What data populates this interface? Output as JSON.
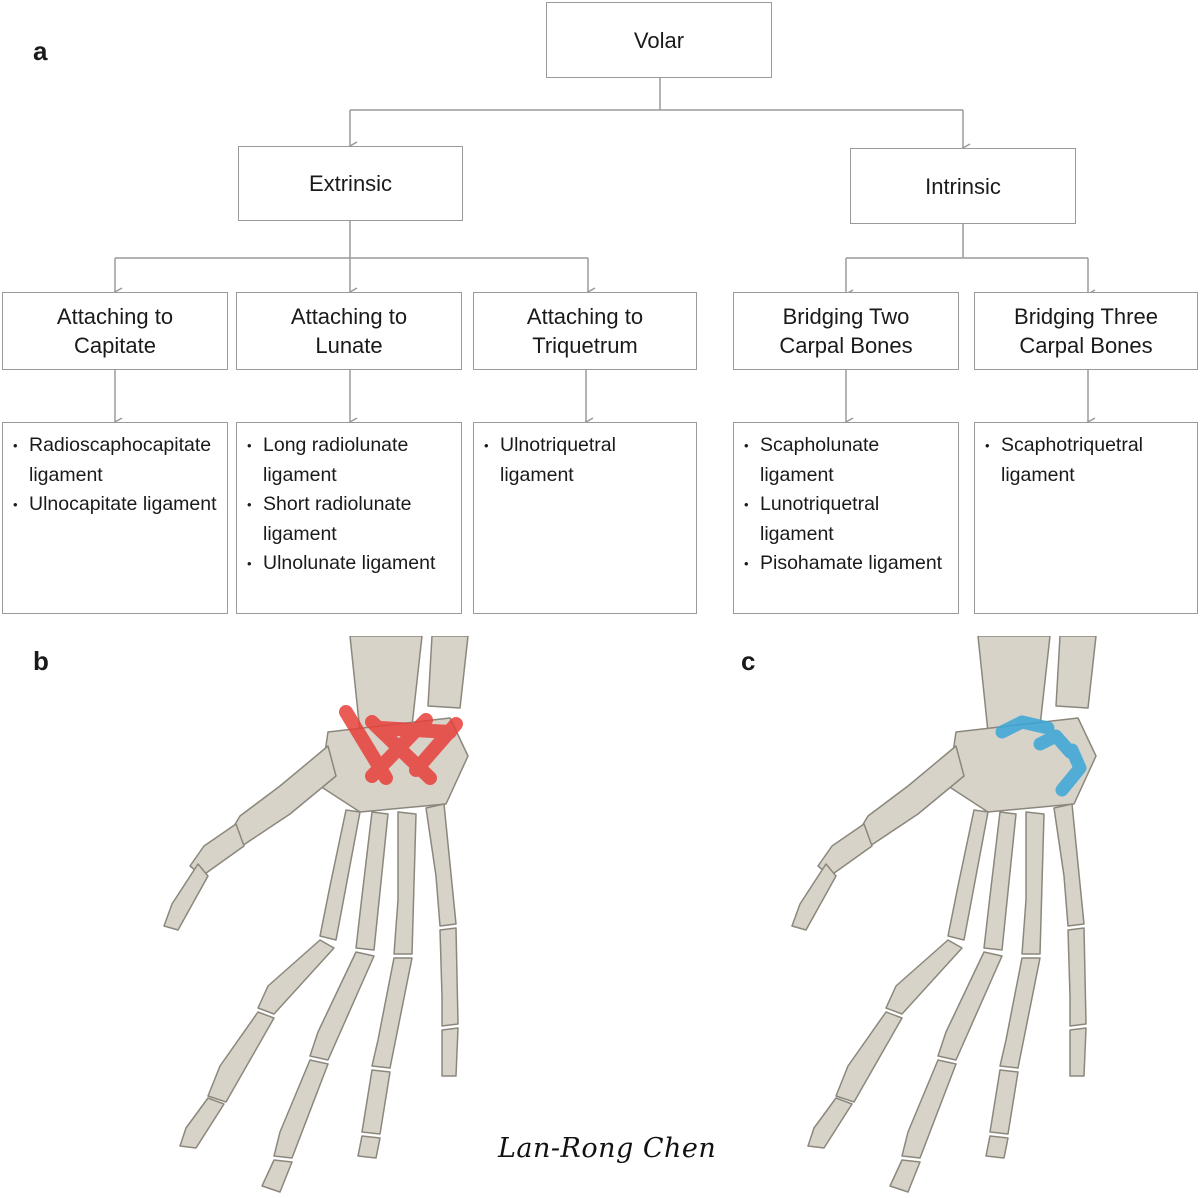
{
  "panels": {
    "a": "a",
    "b": "b",
    "c": "c"
  },
  "root": {
    "label": "Volar"
  },
  "extrinsic": {
    "label": "Extrinsic",
    "capitate": {
      "line1": "Attaching to",
      "line2": "Capitate"
    },
    "lunate": {
      "line1": "Attaching to",
      "line2": "Lunate"
    },
    "triquetrum": {
      "line1": "Attaching to",
      "line2": "Triquetrum"
    }
  },
  "intrinsic": {
    "label": "Intrinsic",
    "two": {
      "line1": "Bridging Two",
      "line2": "Carpal Bones"
    },
    "three": {
      "line1": "Bridging Three",
      "line2": "Carpal Bones"
    }
  },
  "lists": {
    "capitate": [
      "Radioscaphocapitate ligament",
      "Ulnocapitate ligament"
    ],
    "lunate": [
      "Long radiolunate ligament",
      "Short radiolunate ligament",
      "Ulnolunate ligament"
    ],
    "triquetrum": [
      "Ulnotriquetral ligament"
    ],
    "two": [
      "Scapholunate ligament",
      "Lunotriquetral ligament",
      "Pisohamate ligament"
    ],
    "three": [
      "Scaphotriquetral ligament"
    ]
  },
  "illustration": {
    "bone_color": "#d8d3c8",
    "extrinsic_ligament_color": "#e8403a",
    "intrinsic_ligament_color": "#3aa6d8"
  },
  "signature": "Lan-Rong Chen"
}
